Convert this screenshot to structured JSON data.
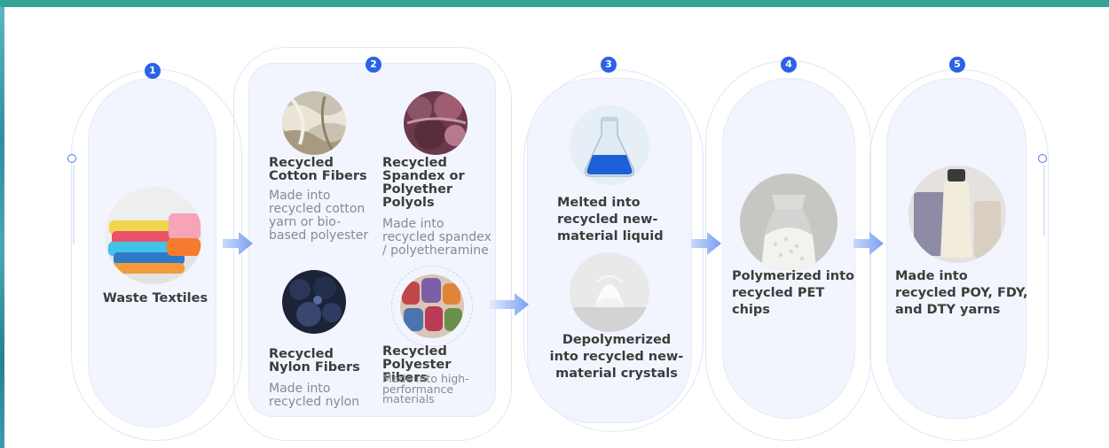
{
  "steps": {
    "s1": {
      "num": "1",
      "label": "Waste Textiles"
    },
    "s2": {
      "num": "2",
      "cotton": {
        "title": "Recycled Cotton Fibers",
        "desc": "Made into recycled cotton yarn or bio-based polyester"
      },
      "spandex": {
        "title": "Recycled Spandex or Polyether Polyols",
        "desc": "Made into recycled spandex / polyetheramine"
      },
      "nylon": {
        "title": "Recycled Nylon Fibers",
        "desc": "Made into recycled nylon"
      },
      "polyester": {
        "title": "Recycled Polyester Fibers",
        "desc": "Made into high-performance materials"
      }
    },
    "s3": {
      "num": "3",
      "liquid_label": "Melted into recycled new-material liquid",
      "crystal_label": "Depolymerized into recycled new-material crystals"
    },
    "s4": {
      "num": "4",
      "label": "Polymerized into recycled PET chips"
    },
    "s5": {
      "num": "5",
      "label": "Made into recycled POY, FDY, and DTY yarns"
    }
  },
  "icons": [
    "numbered-badge",
    "connector-ring",
    "flow-arrow"
  ],
  "colors": {
    "top_band": "#34a294",
    "badge_blue": "#2c62e6",
    "arrow_blue": "#8fb0f5",
    "pill_fill": "#f2f5fd",
    "outline": "#dfe7f7"
  }
}
